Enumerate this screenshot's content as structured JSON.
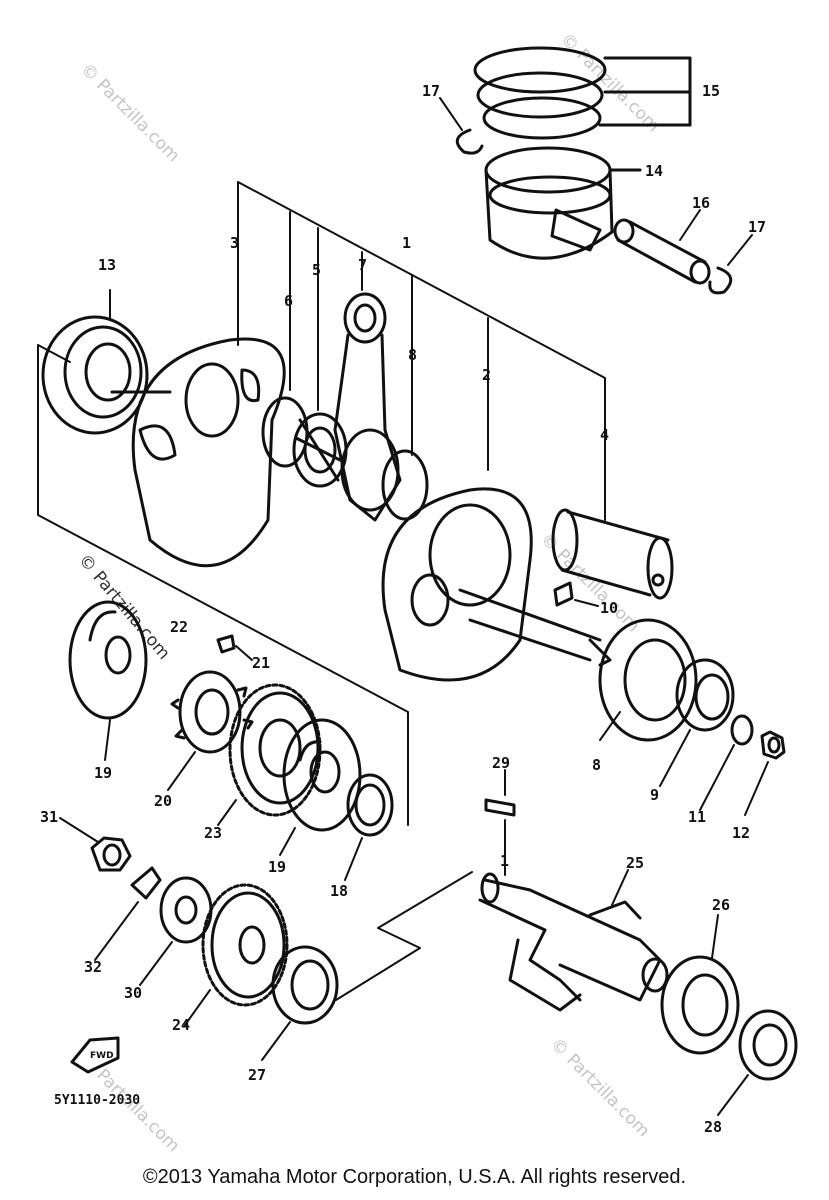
{
  "diagram": {
    "callouts": {
      "c1": "1",
      "c1b": "1",
      "c2": "2",
      "c3": "3",
      "c4": "4",
      "c5": "5",
      "c6": "6",
      "c7": "7",
      "c8": "8",
      "c8b": "8",
      "c9": "9",
      "c10": "10",
      "c11": "11",
      "c12": "12",
      "c13": "13",
      "c14": "14",
      "c15": "15",
      "c16": "16",
      "c17a": "17",
      "c17b": "17",
      "c18": "18",
      "c19a": "19",
      "c19b": "19",
      "c20": "20",
      "c21": "21",
      "c22": "22",
      "c23": "23",
      "c24": "24",
      "c25": "25",
      "c26": "26",
      "c27": "27",
      "c28": "28",
      "c29": "29",
      "c30": "30",
      "c31": "31",
      "c32": "32"
    },
    "part_number": "5Y1110-2030",
    "fwd_label": "FWD",
    "watermark": "© Partzilla.com"
  },
  "footer": {
    "copyright": "©2013  Yamaha Motor Corporation, U.S.A. All rights reserved."
  }
}
